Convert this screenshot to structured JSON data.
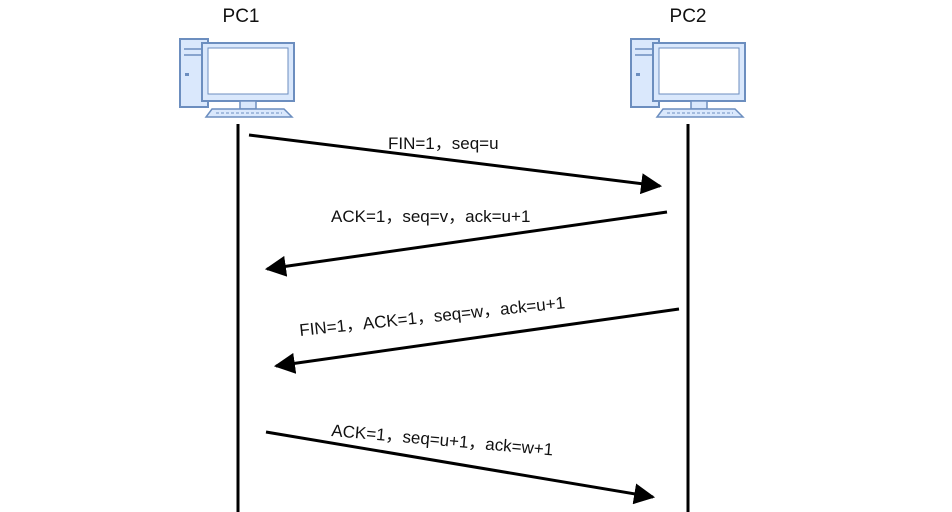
{
  "nodes": {
    "left": {
      "label": "PC1",
      "icon": "computer-icon"
    },
    "right": {
      "label": "PC2",
      "icon": "computer-icon"
    }
  },
  "messages": [
    {
      "from": "left",
      "to": "right",
      "label": "FIN=1，seq=u"
    },
    {
      "from": "right",
      "to": "left",
      "label": "ACK=1，seq=v，ack=u+1"
    },
    {
      "from": "right",
      "to": "left",
      "label": "FIN=1，ACK=1，seq=w，ack=u+1"
    },
    {
      "from": "left",
      "to": "right",
      "label": "ACK=1，seq=u+1，ack=w+1"
    }
  ],
  "colors": {
    "line": "#000000",
    "icon_fill": "#dae8fc",
    "icon_stroke": "#6c8ebf",
    "text": "#111111"
  }
}
